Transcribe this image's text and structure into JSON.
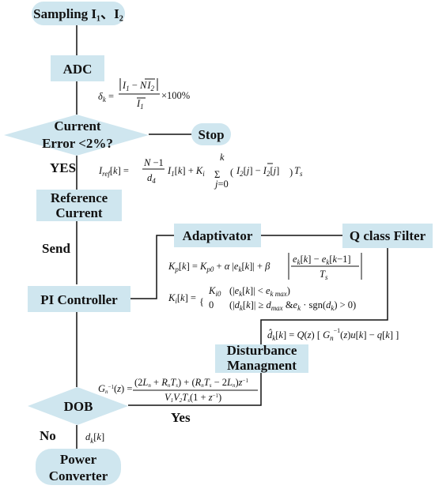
{
  "colors": {
    "box_fill": "#cfe6ef",
    "line": "#111111",
    "background": "#ffffff"
  },
  "nodes": {
    "sampling": "Sampling I₁、I₂",
    "adc": "ADC",
    "current_error": [
      "Current",
      "Error <2%?"
    ],
    "stop": "Stop",
    "reference_current": [
      "Reference",
      "Current"
    ],
    "adaptivator": "Adaptivator",
    "q_filter": "Q class Filter",
    "pi_controller": "PI Controller",
    "disturbance": [
      "Disturbance",
      "Managment"
    ],
    "dob": "DOB",
    "power_converter": [
      "Power",
      "Converter"
    ]
  },
  "edge_labels": {
    "yes_1": "YES",
    "send": "Send",
    "yes_2": "Yes",
    "no": "No",
    "dk": "d_k[k]"
  },
  "equations": {
    "delta_k": "δk = |I1 − N·Ī2| / Ī1 × 100%",
    "iref": "Iref[k] = (N−1)/d4 · I1[k] + Ki · Σ_{j=0..k} (I2[j] − Ī2[j]) Ts",
    "kp": "Kp[k] = Kp0 + α|ek[k]| + β|(ek[k] − ek[k−1]) / Ts|",
    "ki": "Ki[k] = { Ki0 (|ek[k]| < ek max) ; 0 (|dk[k]| ≥ dmax & ek·sgn(dk) > 0) }",
    "dhat": "d̂k[k] = Q(z)[Gn⁻¹(z)u[k] − q[k]]",
    "gn_inv": "Gn⁻¹(z) = [(2Ln + RnTs) + (RnTs − 2Ln)z⁻¹] / [V1V2Ts(1 + z⁻¹)]"
  }
}
